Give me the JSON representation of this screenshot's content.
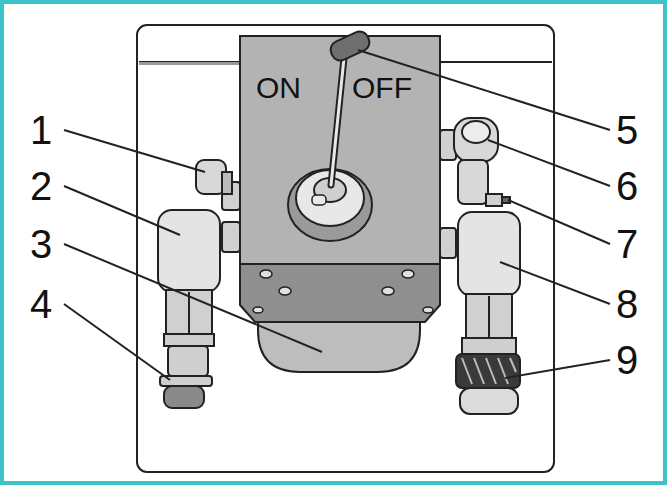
{
  "diagram": {
    "labels": [
      "ON",
      "OFF",
      "1",
      "2",
      "3",
      "4",
      "5",
      "6",
      "7",
      "8",
      "9"
    ]
  }
}
